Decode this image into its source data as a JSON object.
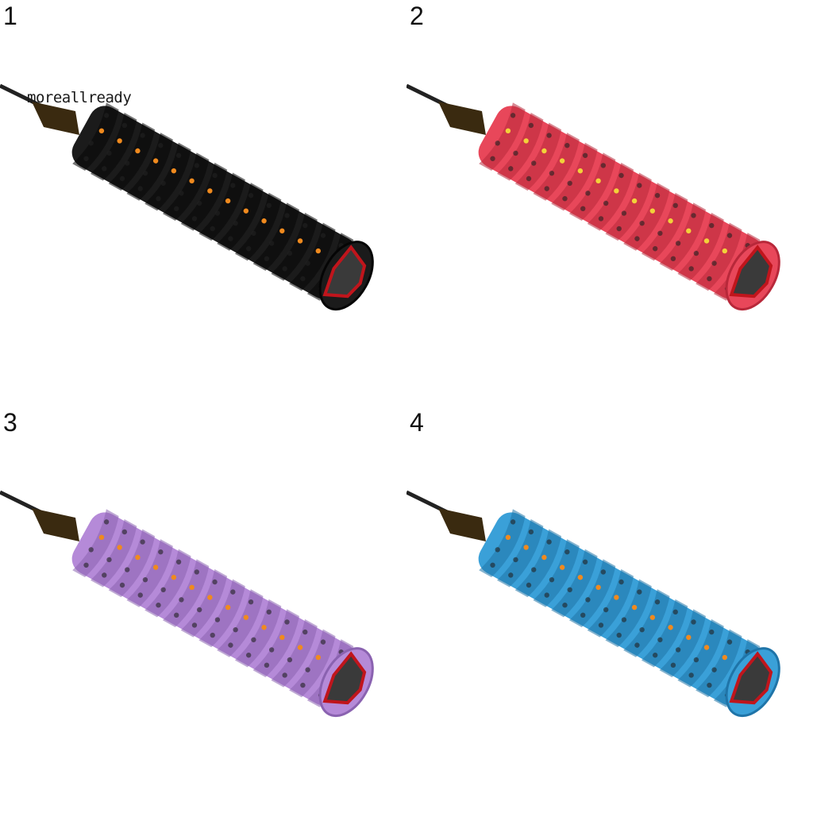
{
  "watermark": "moreallready",
  "panels": [
    {
      "number": "1",
      "grip_color": "#1b1b1b",
      "grip_shade": "#050505",
      "dot_color": "#f08a1e",
      "cap_color": "#c0151c"
    },
    {
      "number": "2",
      "grip_color": "#e8475a",
      "grip_shade": "#b8283a",
      "dot_color": "#f2d23a",
      "cap_color": "#c0151c"
    },
    {
      "number": "3",
      "grip_color": "#b58ad8",
      "grip_shade": "#8a62b0",
      "dot_color": "#f08a1e",
      "cap_color": "#c0151c"
    },
    {
      "number": "4",
      "grip_color": "#3aa0d8",
      "grip_shade": "#1f74a8",
      "dot_color": "#f08a1e",
      "cap_color": "#c0151c"
    }
  ]
}
